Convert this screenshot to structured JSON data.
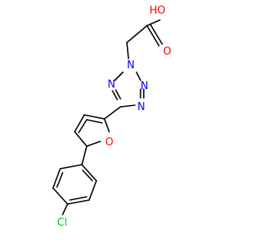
{
  "molecule": {
    "atoms": {
      "hydroxyl": {
        "text": "HO",
        "color": "#ff0000"
      },
      "carbonyl_oxygen": {
        "text": "O",
        "color": "#ff0000"
      },
      "tetrazole_n1": {
        "text": "N",
        "color": "#0000ff"
      },
      "tetrazole_n2": {
        "text": "N",
        "color": "#0000ff"
      },
      "tetrazole_n3": {
        "text": "N",
        "color": "#0000ff"
      },
      "tetrazole_n4": {
        "text": "N",
        "color": "#0000ff"
      },
      "furan_oxygen": {
        "text": "O",
        "color": "#ff0000"
      },
      "chlorine": {
        "text": "Cl",
        "color": "#00cc00"
      }
    }
  }
}
